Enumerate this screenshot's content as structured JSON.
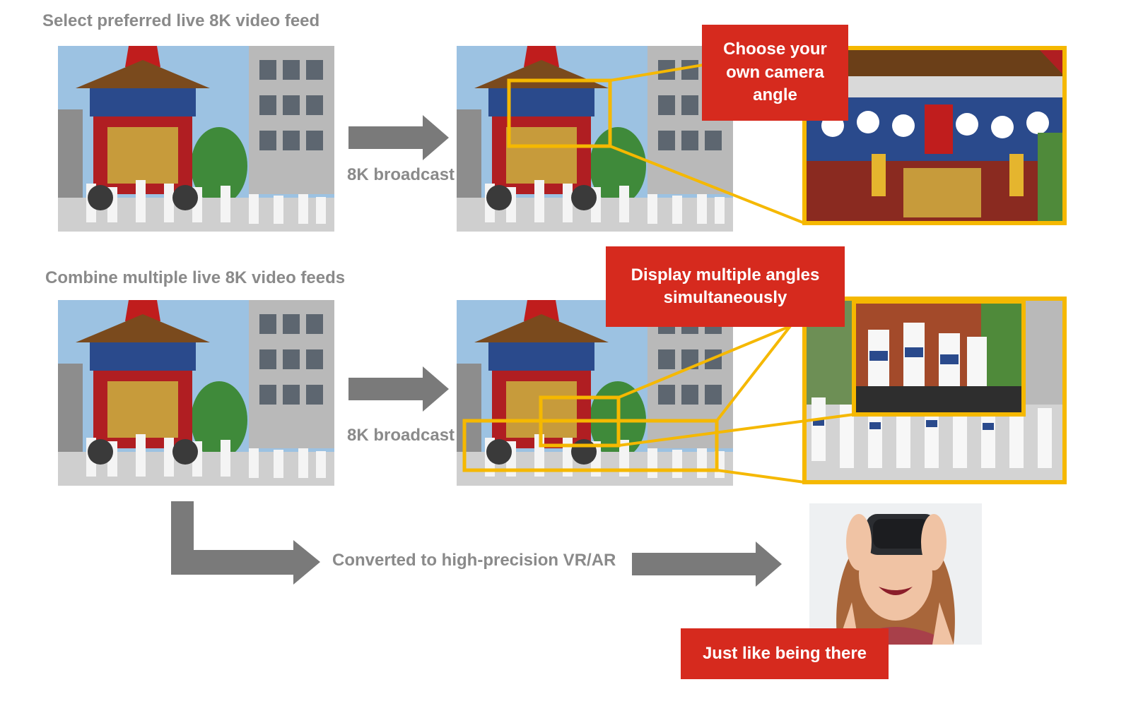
{
  "section1": {
    "heading": "Select preferred live 8K video feed",
    "arrow_label": "8K broadcast",
    "callout": "Choose your own camera angle"
  },
  "section2": {
    "heading": "Combine multiple live 8K video feeds",
    "arrow_label": "8K broadcast",
    "callout": "Display multiple angles simultaneously"
  },
  "section3": {
    "conversion_label": "Converted to high-precision VR/AR",
    "callout": "Just like being there"
  },
  "colors": {
    "accent_red": "#d62a1e",
    "highlight_yellow": "#f5b800",
    "arrow_gray": "#7a7a7a",
    "label_gray": "#8a8a8a"
  },
  "icons": [
    "festival-photo",
    "vr-headset-photo",
    "right-arrow",
    "elbow-arrow"
  ]
}
